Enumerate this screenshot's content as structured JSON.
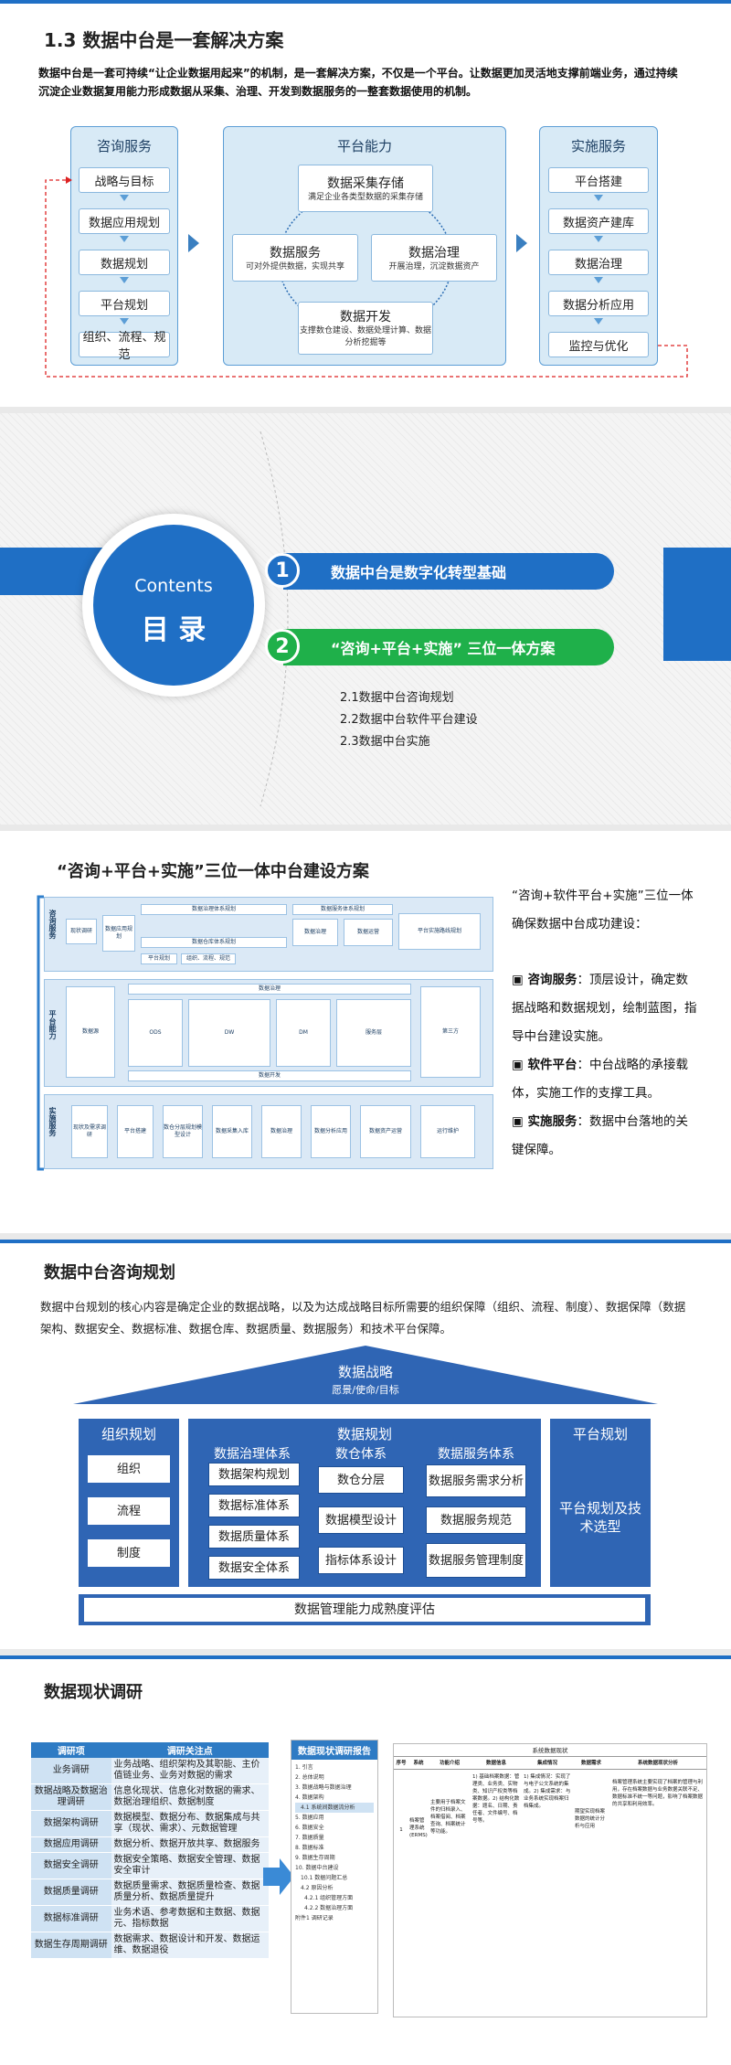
{
  "slide1": {
    "title": "1.3 数据中台是一套解决方案",
    "para": "数据中台是一套可持续“让企业数据用起来”的机制，是一套解决方案，不仅是一个平台。让数据更加灵活地支撑前端业务，通过持续沉淀企业数据复用能力形成数据从采集、治理、开发到数据服务的一整套数据使用的机制。",
    "consult": {
      "title": "咨询服务",
      "items": [
        "战略与目标",
        "数据应用规划",
        "数据规划",
        "平台规划",
        "组织、流程、规范"
      ]
    },
    "platform": {
      "title": "平台能力",
      "collect": {
        "title": "数据采集存储",
        "sub": "满足企业各类型数据的采集存储"
      },
      "service": {
        "title": "数据服务",
        "sub": "可对外提供数据，实现共享"
      },
      "govern": {
        "title": "数据治理",
        "sub": "开展治理，沉淀数据资产"
      },
      "develop": {
        "title": "数据开发",
        "sub": "支撑数仓建设、数据处理计算、数据分析挖掘等"
      }
    },
    "impl": {
      "title": "实施服务",
      "items": [
        "平台搭建",
        "数据资产建库",
        "数据治理",
        "数据分析应用",
        "监控与优化"
      ]
    }
  },
  "slide2": {
    "contents_en": "Contents",
    "contents_cn": "目 录",
    "item1": {
      "num": "1",
      "label": "数据中台是数字化转型基础"
    },
    "item2": {
      "num": "2",
      "label": "“咨询+平台+实施” 三位一体方案"
    },
    "subitems": [
      "2.1数据中台咨询规划",
      "2.2数据中台软件平台建设",
      "2.3数据中台实施"
    ]
  },
  "slide3": {
    "title": "“咨询+平台+实施”三位一体中台建设方案",
    "intro": "“咨询+软件平台+实施”三位一体确保数据中台成功建设：",
    "bullets": [
      {
        "head": "咨询服务",
        "text": "：顶层设计，确定数据战略和数据规划，绘制蓝图，指导中台建设实施。"
      },
      {
        "head": "软件平台",
        "text": "：中台战略的承接载体，实施工作的支撑工具。"
      },
      {
        "head": "实施服务",
        "text": "：数据中台落地的关键保障。"
      }
    ],
    "diagram": {
      "row1_label": "咨询服务",
      "row1_boxes": [
        "现状调研",
        "数据应用规划",
        "数据治理体系规划",
        "数据仓库体系规划",
        "数据服务体系规划",
        "平台规划",
        "组织、流程、规范",
        "数据治理",
        "数据运营",
        "平台实施路线规划"
      ],
      "row2_label": "平台能力",
      "row2_groups": [
        "数据源",
        "ODS",
        "DW",
        "DM",
        "服务层",
        "第三方"
      ],
      "row2_top": "数据治理",
      "row2_bottom": "数据开发",
      "row3_label": "实施服务",
      "row3_boxes": [
        "现状及需求调研",
        "平台搭建",
        "数仓分层规划模型设计",
        "数据采集入库",
        "数据治理",
        "数据分析应用",
        "数据资产运营",
        "运行维护"
      ]
    }
  },
  "slide4": {
    "title": "数据中台咨询规划",
    "para": "数据中台规划的核心内容是确定企业的数据战略，以及为达成战略目标所需要的组织保障（组织、流程、制度）、数据保障（数据架构、数据安全、数据标准、数据仓库、数据质量、数据服务）和技术平台保障。",
    "strategy": "数据战略",
    "strategy_sub": "愿景/使命/目标",
    "org": {
      "title": "组织规划",
      "items": [
        "组织",
        "流程",
        "制度"
      ]
    },
    "data": {
      "title": "数据规划",
      "gov": {
        "title": "数据治理体系",
        "items": [
          "数据架构规划",
          "数据标准体系",
          "数据质量体系",
          "数据安全体系"
        ]
      },
      "wh": {
        "title": "数仓体系",
        "items": [
          "数仓分层",
          "数据模型设计",
          "指标体系设计"
        ]
      },
      "svc": {
        "title": "数据服务体系",
        "items": [
          "数据服务需求分析",
          "数据服务规范",
          "数据服务管理制度"
        ]
      }
    },
    "plat": {
      "title": "平台规划",
      "body": "平台规划及技术选型"
    },
    "bottom": "数据管理能力成熟度评估"
  },
  "slide5": {
    "title": "数据现状调研",
    "table_head": [
      "调研项",
      "调研关注点"
    ],
    "rows": [
      [
        "业务调研",
        "业务战略、组织架构及其职能、主价值链业务、业务对数据的需求"
      ],
      [
        "数据战略及数据治理调研",
        "信息化现状、信息化对数据的需求、数据治理组织、数据制度"
      ],
      [
        "数据架构调研",
        "数据模型、数据分布、数据集成与共享（现状、需求）、元数据管理"
      ],
      [
        "数据应用调研",
        "数据分析、数据开放共享、数据服务"
      ],
      [
        "数据安全调研",
        "数据安全策略、数据安全管理、数据安全审计"
      ],
      [
        "数据质量调研",
        "数据质量需求、数据质量检查、数据质量分析、数据质量提升"
      ],
      [
        "数据标准调研",
        "业务术语、参考数据和主数据、数据元、指标数据"
      ],
      [
        "数据生存周期调研",
        "数据需求、数据设计和开发、数据运维、数据退役"
      ]
    ],
    "doc_title": "数据现状调研报告",
    "doc_toc": [
      "1. 引言",
      "2. 总体说明",
      "3. 数据战略与数据治理",
      "4. 数据架构",
      "4.1 系统间数据流分析",
      "5. 数据应用",
      "6. 数据安全",
      "7. 数据质量",
      "8. 数据标准",
      "9. 数据生存周期",
      "10. 数据中台建设",
      "10.1 数据问题汇总",
      "4.2 原因分析",
      "4.2.1 组织管理方面",
      "4.2.2 数据治理方面",
      "附件1 调研记录"
    ],
    "doc_table_head": [
      "序号",
      "系统",
      "功能介绍",
      "数据信息",
      "集成情况",
      "数据需求",
      "系统数据现状分析"
    ],
    "doc_table_group": "系统数据现状",
    "doc_row": {
      "no": "1",
      "sys": "档案管理系统(ERMS)",
      "func": "主要用于档案文件的归档录入、档案借阅、档案查询、档案统计等功能。",
      "info": "1) 基础档案数据：管理类、业务类、实物类、知识产权类等档案数据。2) 结构化数据：题名、日期、责任者、文件编号、档号等。",
      "integ": "1) 集成情况：实现了与电子公文系统的集成。2) 集成需求：与业务系统实现档案归档集成。",
      "need": "期望实现档案数据的统计分析与应用",
      "analysis": "档案管理系统主要实现了档案的管理与利用，存在档案数据与业务数据关联不足、数据标准不统一等问题，影响了档案数据的共享和利用效率。"
    }
  }
}
